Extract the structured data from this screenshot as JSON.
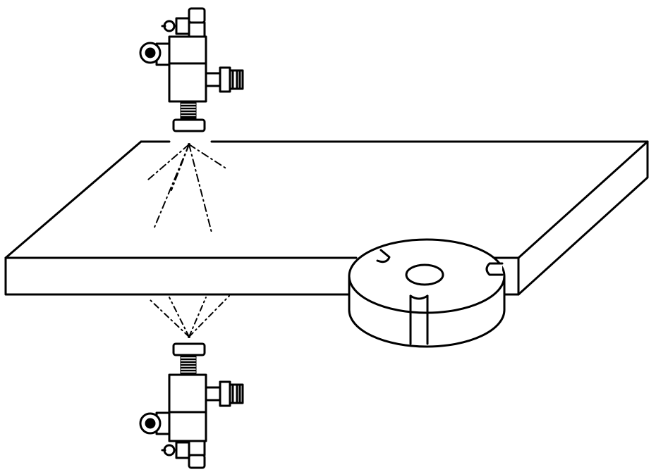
{
  "diagram": {
    "components": [
      {
        "id": "top-nozzle",
        "kind": "spray-nozzle"
      },
      {
        "id": "bottom-nozzle",
        "kind": "spray-nozzle"
      },
      {
        "id": "plate",
        "kind": "flat-board"
      },
      {
        "id": "cutter",
        "kind": "slotted-disc-cutter"
      }
    ],
    "colors": {
      "ink": "#000000",
      "paper": "#ffffff"
    }
  }
}
